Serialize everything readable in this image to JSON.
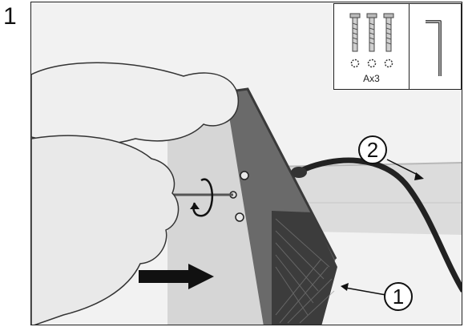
{
  "step": {
    "number": "1"
  },
  "hardware": {
    "screws_label": "Ax3",
    "screws": "screw-icon",
    "key": "hex-key-icon"
  },
  "callouts": [
    {
      "number": "1"
    },
    {
      "number": "2"
    }
  ]
}
